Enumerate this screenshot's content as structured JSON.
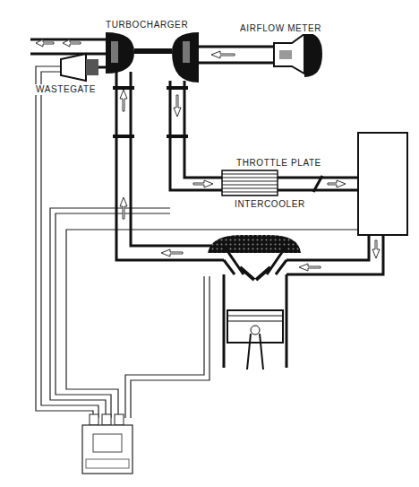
{
  "diagram": {
    "labels": [
      "TURBOCHARGER",
      "AIRFLOW METER",
      "WASTEGATE",
      "THROTTLE PLATE",
      "INTERCOOLER"
    ]
  }
}
